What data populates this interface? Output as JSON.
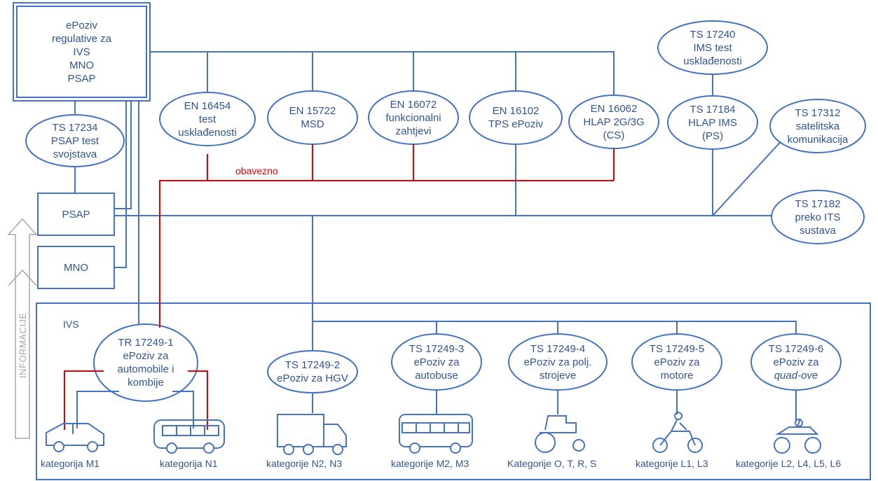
{
  "colors": {
    "line": "#4472c4",
    "text": "#2f5597",
    "mandatory": "#e60000",
    "info_arrow": "#a6a6a6"
  },
  "top_box": {
    "lines": [
      "ePoziv",
      "regulative za",
      "IVS",
      "MNO",
      "PSAP"
    ]
  },
  "psap_test": {
    "lines": [
      "TS 17234",
      "PSAP test",
      "svojstava"
    ]
  },
  "psap": {
    "label": "PSAP"
  },
  "mno": {
    "label": "MNO"
  },
  "info_label": "INFORMACIJE",
  "standards": [
    {
      "id": "en16454",
      "lines": [
        "EN 16454",
        "test",
        "usklađenosti"
      ]
    },
    {
      "id": "en15722",
      "lines": [
        "EN 15722",
        "MSD"
      ]
    },
    {
      "id": "en16072",
      "lines": [
        "EN 16072",
        "funkcionalni",
        "zahtjevi"
      ]
    },
    {
      "id": "en16102",
      "lines": [
        "EN 16102",
        "TPS ePoziv"
      ]
    },
    {
      "id": "en16062",
      "lines": [
        "EN 16062",
        "HLAP 2G/3G",
        "(CS)"
      ]
    },
    {
      "id": "ts17240",
      "lines": [
        "TS 17240",
        "IMS test",
        "usklađenosti"
      ]
    },
    {
      "id": "ts17184",
      "lines": [
        "TS 17184",
        "HLAP IMS",
        "(PS)"
      ]
    },
    {
      "id": "ts17312",
      "lines": [
        "TS 17312",
        "satelitska",
        "komunikacija"
      ]
    },
    {
      "id": "ts17182",
      "lines": [
        "TS 17182",
        "preko ITS",
        "sustava"
      ]
    }
  ],
  "mandatory_label": "obavezno",
  "ivs": {
    "label": "IVS",
    "specs": [
      {
        "id": "tr17249-1",
        "lines": [
          "TR 17249-1",
          "ePoziv za",
          "automobile i",
          "kombije"
        ]
      },
      {
        "id": "ts17249-2",
        "lines": [
          "TS 17249-2",
          "ePoziv za HGV"
        ]
      },
      {
        "id": "ts17249-3",
        "lines": [
          "TS 17249-3",
          "ePoziv za",
          "autobuse"
        ]
      },
      {
        "id": "ts17249-4",
        "lines": [
          "TS 17249-4",
          "ePoziv za polj.",
          "strojeve"
        ]
      },
      {
        "id": "ts17249-5",
        "lines": [
          "TS 17249-5",
          "ePoziv za",
          "motore"
        ]
      },
      {
        "id": "ts17249-6",
        "lines": [
          "TS 17249-6",
          "ePoziv za",
          "quad-ove"
        ]
      }
    ],
    "categories": [
      {
        "id": "m1",
        "label": "kategorija M1",
        "icon": "car-icon"
      },
      {
        "id": "n1",
        "label": "kategorija N1",
        "icon": "van-icon"
      },
      {
        "id": "n2n3",
        "label": "kategorije N2, N3",
        "icon": "truck-icon"
      },
      {
        "id": "m2m3",
        "label": "kategorije M2, M3",
        "icon": "bus-icon"
      },
      {
        "id": "otrs",
        "label": "Kategorije O, T, R, S",
        "icon": "tractor-icon"
      },
      {
        "id": "l1l3",
        "label": "kategorije L1, L3",
        "icon": "motorcycle-icon"
      },
      {
        "id": "l2l6",
        "label": "kategorije L2, L4, L5, L6",
        "icon": "quad-icon"
      }
    ]
  }
}
